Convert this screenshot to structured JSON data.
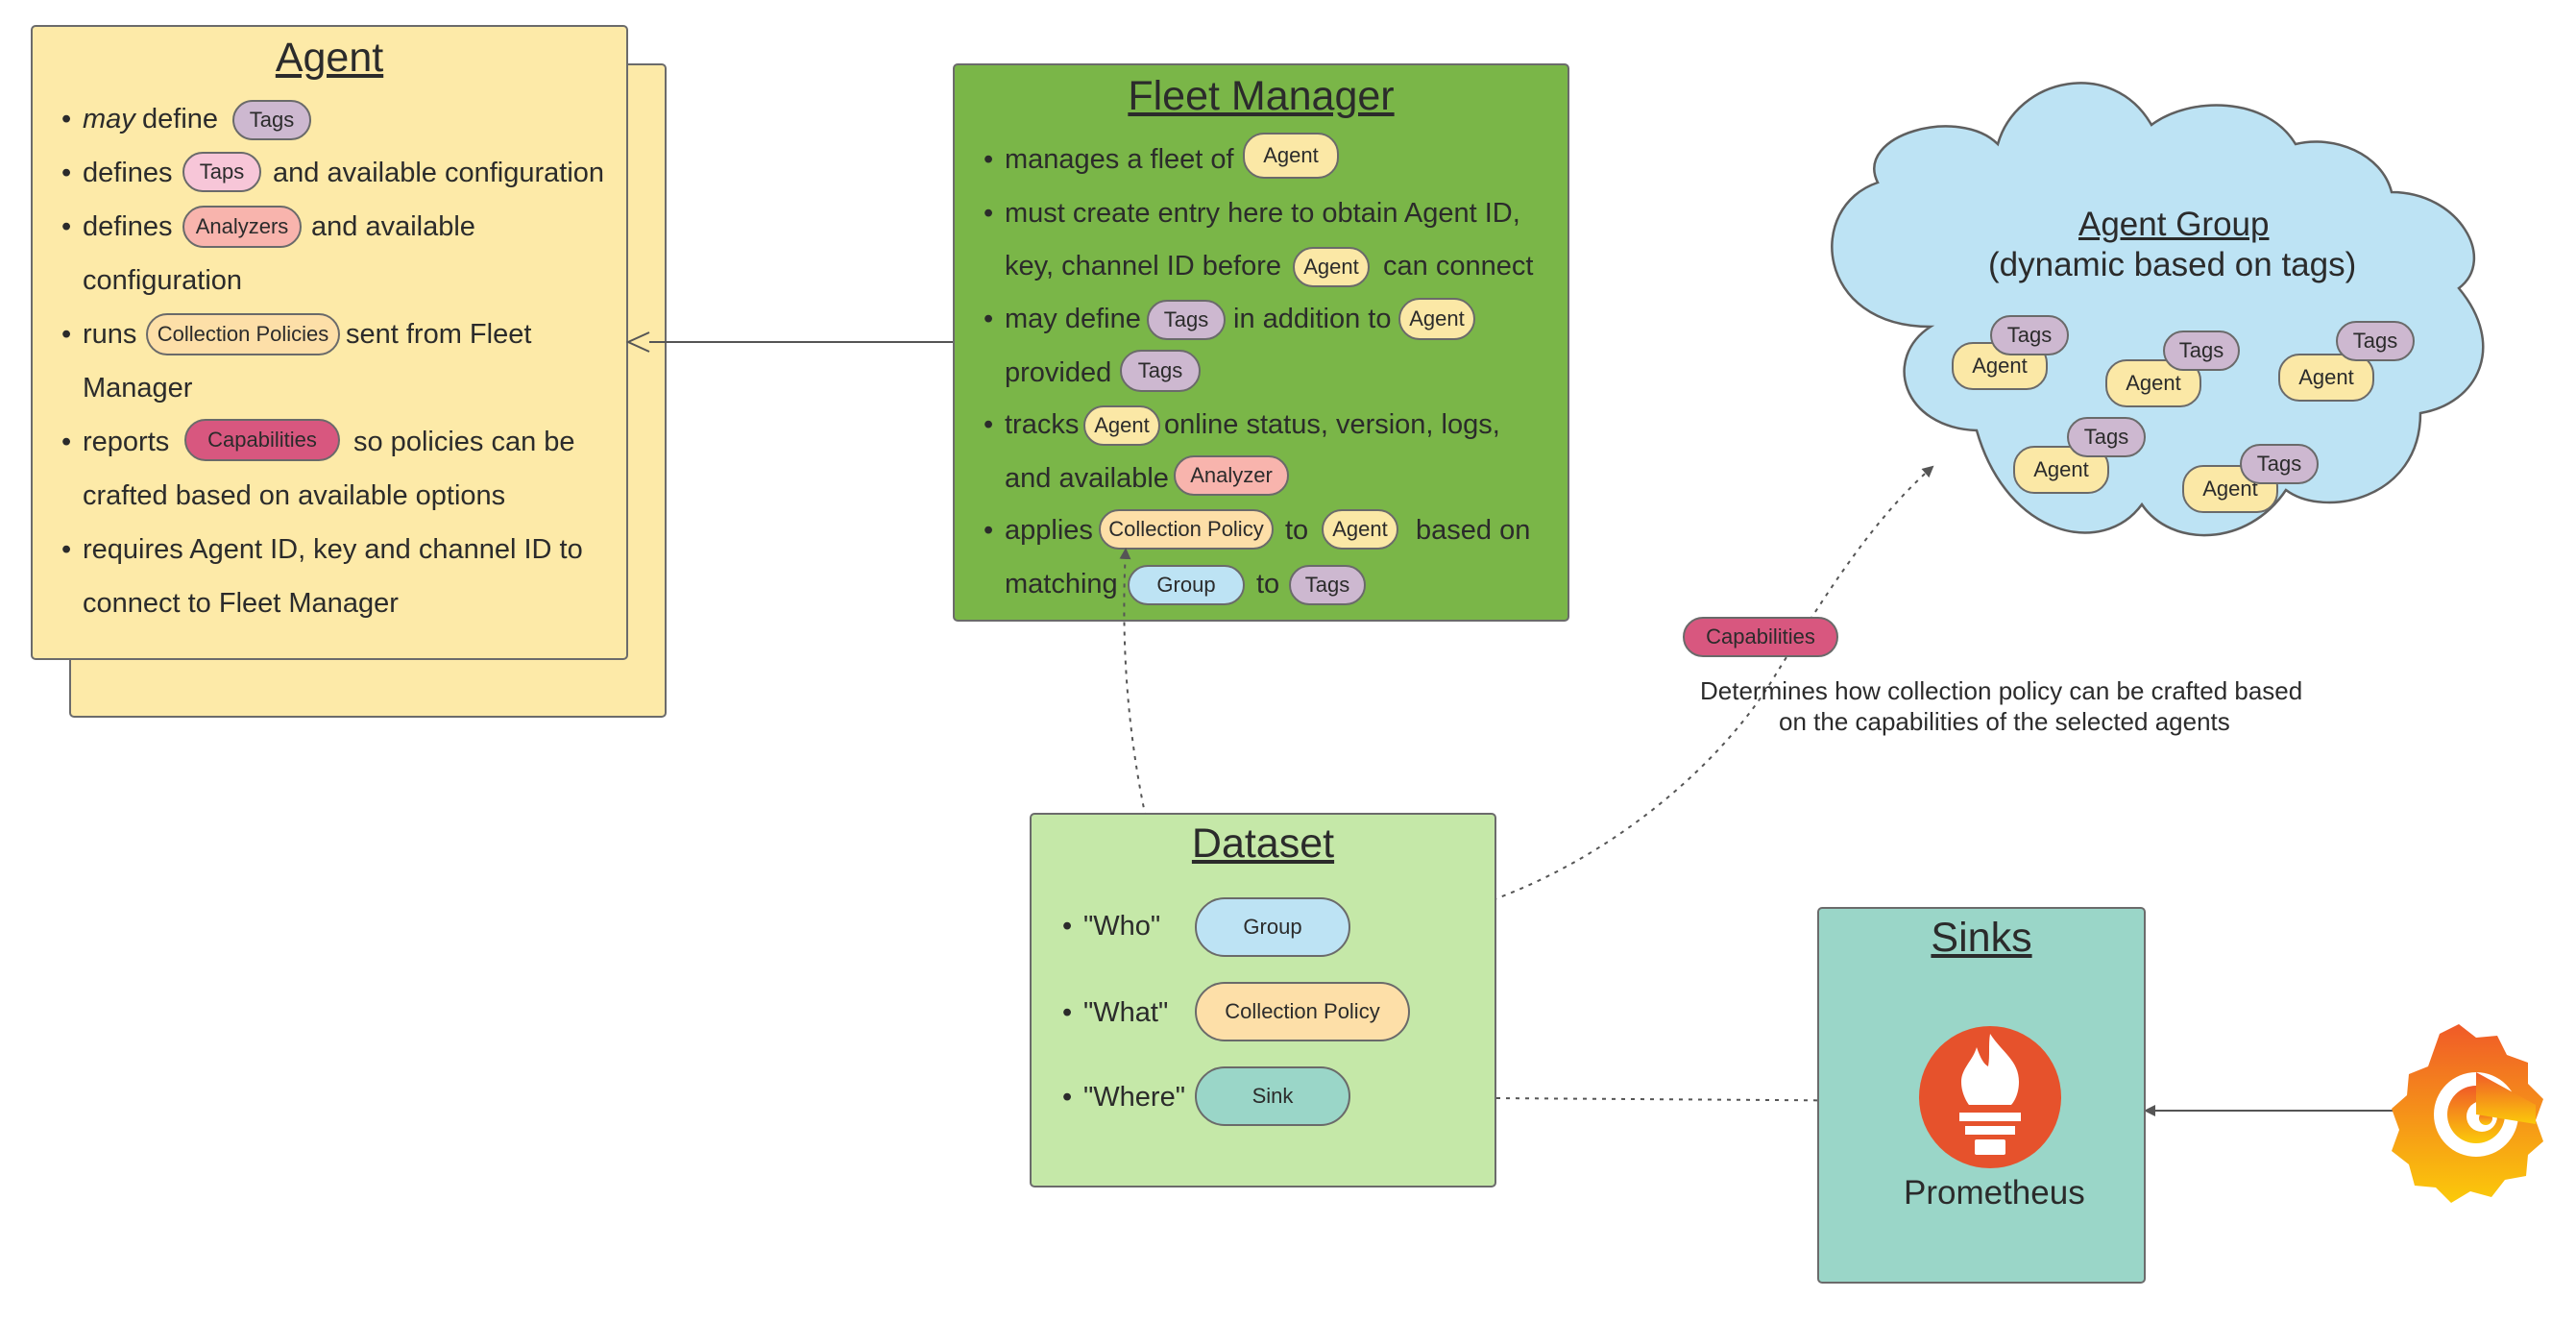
{
  "agent_card": {
    "title": "Agent",
    "bullet": "•",
    "item1": {
      "em": "may",
      "text": "define",
      "pill": "Tags"
    },
    "item2": {
      "pre": "defines",
      "pill": "Taps",
      "post": "and available configuration"
    },
    "item3": {
      "pre": "defines",
      "pill": "Analyzers",
      "post": "and available",
      "cont": "configuration"
    },
    "item4": {
      "pre": "runs",
      "pill": "Collection Policies",
      "post": "sent from Fleet",
      "cont": "Manager"
    },
    "item5": {
      "pre": "reports",
      "pill": "Capabilities",
      "post": "so policies can be",
      "cont": "crafted based on available options"
    },
    "item6": {
      "text": "requires Agent ID, key and channel ID to",
      "cont": "connect to Fleet Manager"
    }
  },
  "fleet_manager": {
    "title": "Fleet Manager",
    "item1": {
      "pre": "manages a fleet of",
      "pill": "Agent"
    },
    "item2": {
      "line1": "must create entry here to obtain Agent ID,",
      "pre": "key, channel ID before",
      "pill": "Agent",
      "post": "can connect"
    },
    "item3": {
      "pre": "may define",
      "pill1": "Tags",
      "mid": "in addition to",
      "pill2": "Agent",
      "cont": "provided",
      "pill3": "Tags"
    },
    "item4": {
      "pre": "tracks",
      "pill": "Agent",
      "post": "online status, version, logs,",
      "cont": "and available",
      "pill2": "Analyzer"
    },
    "item5": {
      "pre": "applies",
      "pill1": "Collection Policy",
      "mid": "to",
      "pill2": "Agent",
      "post": "based on",
      "cont": "matching",
      "pill3": "Group",
      "mid2": "to",
      "pill4": "Tags"
    }
  },
  "agent_group": {
    "title": "Agent Group",
    "subtitle": "(dynamic based on tags)",
    "agent_label": "Agent",
    "tags_label": "Tags"
  },
  "capabilities_note": {
    "pill": "Capabilities",
    "line1": "Determines how collection policy can be crafted based",
    "line2": "on the capabilities of the selected agents"
  },
  "dataset": {
    "title": "Dataset",
    "rows": [
      {
        "label": "\"Who\"",
        "pill": "Group"
      },
      {
        "label": "\"What\"",
        "pill": "Collection Policy"
      },
      {
        "label": "\"Where\"",
        "pill": "Sink"
      }
    ]
  },
  "sinks": {
    "title": "Sinks",
    "prometheus_label": "Prometheus"
  },
  "colors": {
    "agent_card": "#fdeaa8",
    "fleet_manager": "#7ab648",
    "dataset": "#c5e8a8",
    "sinks": "#9ad6c8",
    "cloud": "#bde3f4",
    "prometheus": "#e6522c",
    "grafana_top": "#f05a28",
    "grafana_bottom": "#fbca0a"
  },
  "icons": [
    "prometheus-icon",
    "grafana-icon"
  ]
}
